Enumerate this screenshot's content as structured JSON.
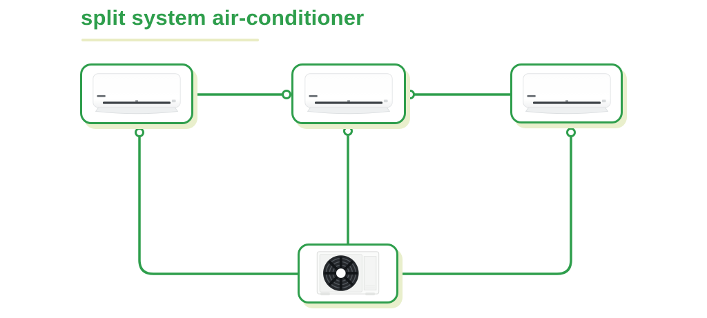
{
  "title": {
    "text": "split system air-conditioner"
  },
  "colors": {
    "accent_green": "#2E9E4C",
    "pale_shadow": "#E9EFCC",
    "underline_yellow": "#E9ECC3",
    "background": "#FFFFFF"
  },
  "diagram": {
    "indoor_units": [
      {
        "icon": "indoor-ac-unit-icon",
        "label": "indoor wall unit"
      },
      {
        "icon": "indoor-ac-unit-icon",
        "label": "indoor wall unit"
      },
      {
        "icon": "indoor-ac-unit-icon",
        "label": "indoor wall unit"
      }
    ],
    "outdoor_unit": {
      "icon": "outdoor-condenser-unit-icon",
      "label": "outdoor condenser unit"
    },
    "connections": [
      "indoor-unit-1 right port to indoor-unit-2 left port",
      "indoor-unit-2 right port to indoor-unit-3 left port",
      "indoor-unit-1 bottom port down and right to outdoor unit left side",
      "indoor-unit-2 bottom port straight down to outdoor unit top",
      "indoor-unit-3 bottom port down and left to outdoor unit right side"
    ],
    "port_count": 5
  }
}
